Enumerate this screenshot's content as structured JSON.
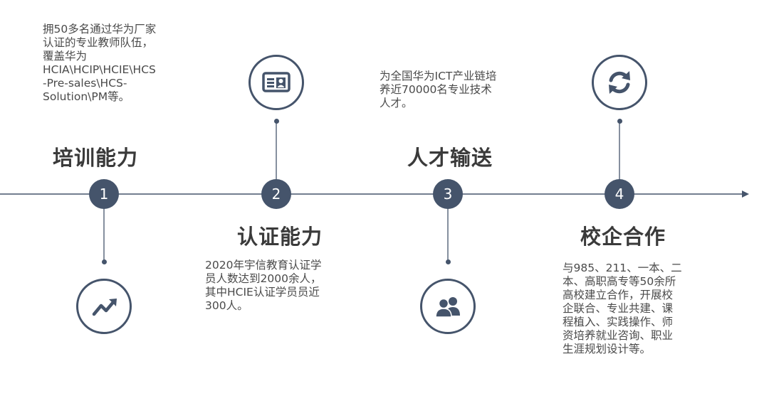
{
  "colors": {
    "accent": "#45546b",
    "text": "#4a4a4a",
    "line": "#45546b"
  },
  "stages": [
    {
      "number": "1",
      "title": "培训能力",
      "description": "拥50多名通过华为厂家\n认证的专业教师队伍，\n覆盖华为\nHCIA\\HCIP\\HCIE\\HCS\n-Pre-sales\\HCS-\nSolution\\PM等。",
      "icon": "trend-up-icon"
    },
    {
      "number": "2",
      "title": "认证能力",
      "description": "2020年宇信教育认证学\n员人数达到2000余人，\n其中HCIE认证学员员近\n300人。",
      "icon": "id-card-icon"
    },
    {
      "number": "3",
      "title": "人才输送",
      "description": "为全国华为ICT产业链培\n养近70000名专业技术\n人才。",
      "icon": "users-icon"
    },
    {
      "number": "4",
      "title": "校企合作",
      "description": "与985、211、一本、二\n本、高职高专等50余所\n高校建立合作，开展校\n企联合、专业共建、课\n程植入、实践操作、师\n资培养就业咨询、职业\n生涯规划设计等。",
      "icon": "refresh-icon"
    }
  ]
}
